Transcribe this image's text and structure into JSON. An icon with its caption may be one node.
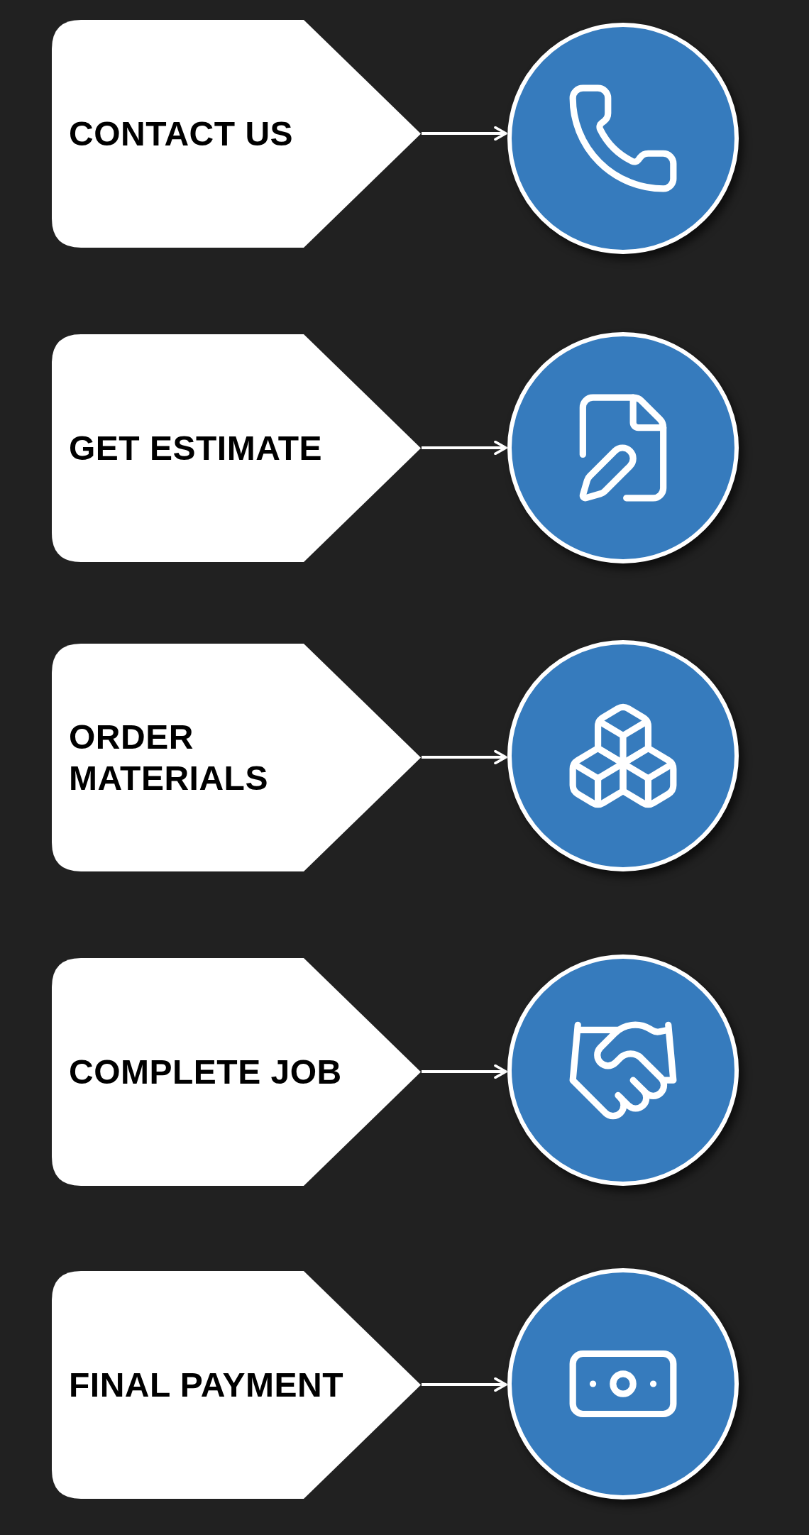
{
  "diagram": {
    "nodes": [
      {
        "text": [
          "CONTACT US"
        ]
      },
      {
        "text": [],
        "shape": "circle"
      },
      {
        "text": [
          "GET ESTIMATE"
        ]
      },
      {
        "text": [],
        "shape": "circle"
      },
      {
        "text": [
          "ORDER MATERIALS"
        ]
      },
      {
        "text": [],
        "shape": "circle"
      },
      {
        "text": [
          "COMPLETE JOB"
        ]
      },
      {
        "text": [],
        "shape": "circle"
      },
      {
        "text": [
          "FINAL PAYMENT"
        ]
      },
      {
        "text": [],
        "shape": "circle"
      }
    ],
    "edges": [
      {
        "from": 0,
        "to": 1,
        "arrow": "to"
      },
      {
        "from": 2,
        "to": 3,
        "arrow": "to"
      },
      {
        "from": 4,
        "to": 5,
        "arrow": "to"
      },
      {
        "from": 6,
        "to": 7,
        "arrow": "to"
      },
      {
        "from": 8,
        "to": 9,
        "arrow": "to"
      }
    ]
  }
}
